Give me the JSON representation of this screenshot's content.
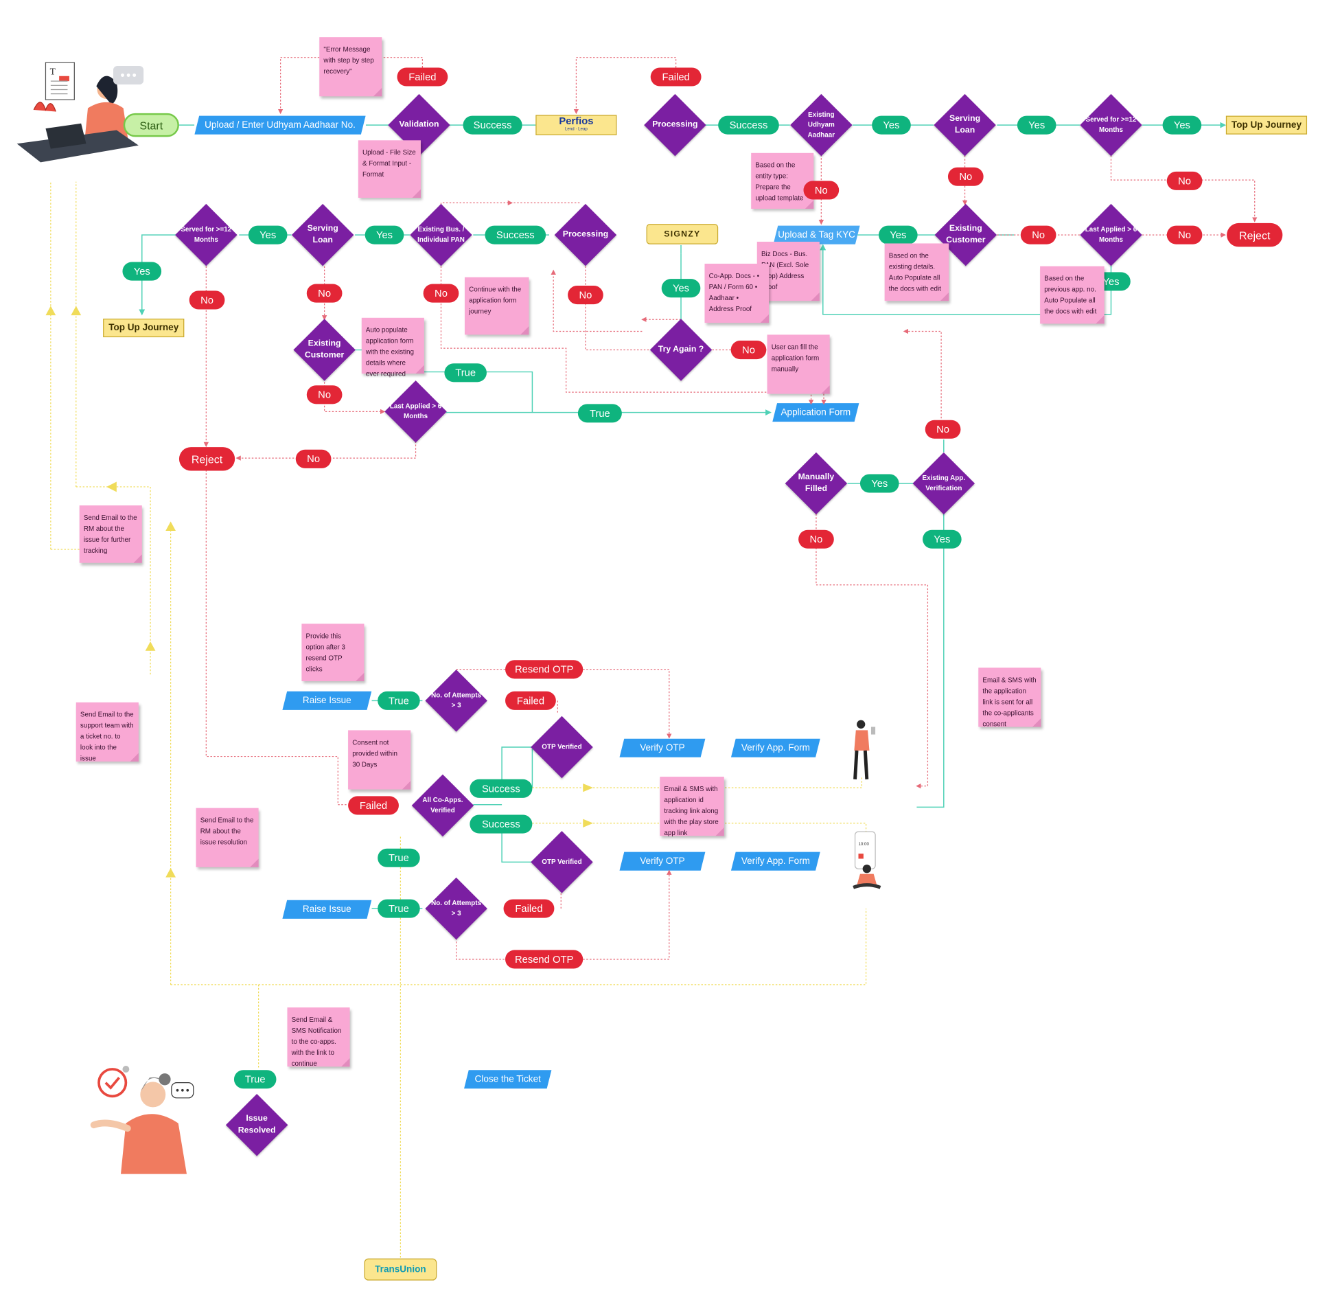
{
  "colors": {
    "green": "#0fb47e",
    "red": "#e32636",
    "purple": "#7b1fa2",
    "blue": "#2f9bf0",
    "sticky": "#f9a8d4",
    "yellow": "#fbe68e",
    "connector_green": "#4fd1b6",
    "connector_red": "#e66a78",
    "connector_yellow": "#f0dc5a"
  },
  "icons": [
    "woman-laptop-illustration",
    "speech-bubble-icon",
    "support-agent-illustration",
    "alarm-clock-icon",
    "man-phone-illustration",
    "phone-sitting-illustration",
    "warning-triangle-icon"
  ],
  "logos": {
    "perfios": "Perfios",
    "perfios_tag": "Lend · Leap",
    "signzy": "SIGNZY",
    "transunion": "TransUnion"
  },
  "nodes": {
    "start": "Start",
    "upload_udhyam": "Upload / Enter Udhyam Aadhaar No.",
    "failed_1": "Failed",
    "validation": "Validation",
    "success_1": "Success",
    "failed_2": "Failed",
    "processing_1": "Processing",
    "success_2": "Success",
    "existing_udhyam": "Existing Udhyam Aadhaar",
    "yes_1": "Yes",
    "serving_loan_1": "Serving Loan",
    "yes_2": "Yes",
    "served_12_1": "Served for >=12 Months",
    "yes_3": "Yes",
    "top_up_1": "Top Up Journey",
    "no_1": "No",
    "no_2": "No",
    "no_3": "No",
    "upload_tag_kyc": "Upload & Tag KYC",
    "yes_4": "Yes",
    "existing_customer_1": "Existing Customer",
    "no_4": "No",
    "last_applied_1": "Last Applied > 6 Months",
    "no_5": "No",
    "reject_1": "Reject",
    "yes_5": "Yes",
    "served_12_2": "Served for >=12 Months",
    "yes_6": "Yes",
    "serving_loan_2": "Serving Loan",
    "yes_7": "Yes",
    "existing_pan": "Existing Bus. / Individual PAN",
    "success_3": "Success",
    "processing_2": "Processing",
    "yes_8": "Yes",
    "top_up_2": "Top Up Journey",
    "no_6": "No",
    "no_7": "No",
    "no_8": "No",
    "no_9": "No",
    "yes_9": "Yes",
    "try_again": "Try Again ?",
    "no_10": "No",
    "existing_customer_2": "Existing Customer",
    "true_1": "True",
    "no_11": "No",
    "last_applied_2": "Last Applied > 6 Months",
    "true_2": "True",
    "application_form": "Application Form",
    "reject_2": "Reject",
    "no_12": "No",
    "no_13": "No",
    "manually_filled": "Manually Filled",
    "yes_10": "Yes",
    "existing_app_verification": "Existing App. Verification",
    "no_14": "No",
    "yes_11": "Yes",
    "resend_otp_1": "Resend OTP",
    "raise_issue_1": "Raise Issue",
    "true_3": "True",
    "attempts_1": "No. of Attempts > 3",
    "failed_3": "Failed",
    "otp_verified_1": "OTP Verified",
    "verify_otp_1": "Verify OTP",
    "verify_app_form_1": "Verify App. Form",
    "success_4": "Success",
    "failed_4": "Failed",
    "all_coapps": "All Co-Apps. Verified",
    "success_5": "Success",
    "otp_verified_2": "OTP Verified",
    "verify_otp_2": "Verify OTP",
    "verify_app_form_2": "Verify App. Form",
    "true_4": "True",
    "raise_issue_2": "Raise Issue",
    "true_5": "True",
    "attempts_2": "No. of Attempts > 3",
    "failed_5": "Failed",
    "resend_otp_2": "Resend OTP",
    "true_6": "True",
    "issue_resolved": "Issue Resolved",
    "close_ticket": "Close the Ticket"
  },
  "stickies": {
    "s1": "\"Error Message with step by step recovery\"",
    "s2": "Upload - File Size & Format Input - Format",
    "s3": "Based on the entity type: Prepare the upload template",
    "s4": "Biz Docs - Bus. PAN (Excl. Sole Prop) Address Proof",
    "s5": "Co-App. Docs - • PAN / Form 60 • Aadhaar • Address Proof",
    "s6": "Based on the existing details. Auto Populate all the docs with edit",
    "s7": "Based on the previous app. no. Auto Populate all the docs with edit",
    "s8": "Continue with the application form journey",
    "s9": "Auto populate application form with the existing details where ever required",
    "s10": "User can fill the application form manually",
    "s11": "Send Email to the RM about the issue for further tracking",
    "s12": "Provide this option after 3 resend OTP clicks",
    "s13": "Email & SMS with the application link is sent for all the co-applicants consent",
    "s14": "Send Email to the support team with a ticket no. to look into the issue",
    "s15": "Consent not provided within 30 Days",
    "s16": "Email & SMS with application id tracking link along with the play store app link",
    "s17": "Send Email to the RM about the issue resolution",
    "s18": "Send Email & SMS Notification to the co-apps. with the link to continue"
  }
}
